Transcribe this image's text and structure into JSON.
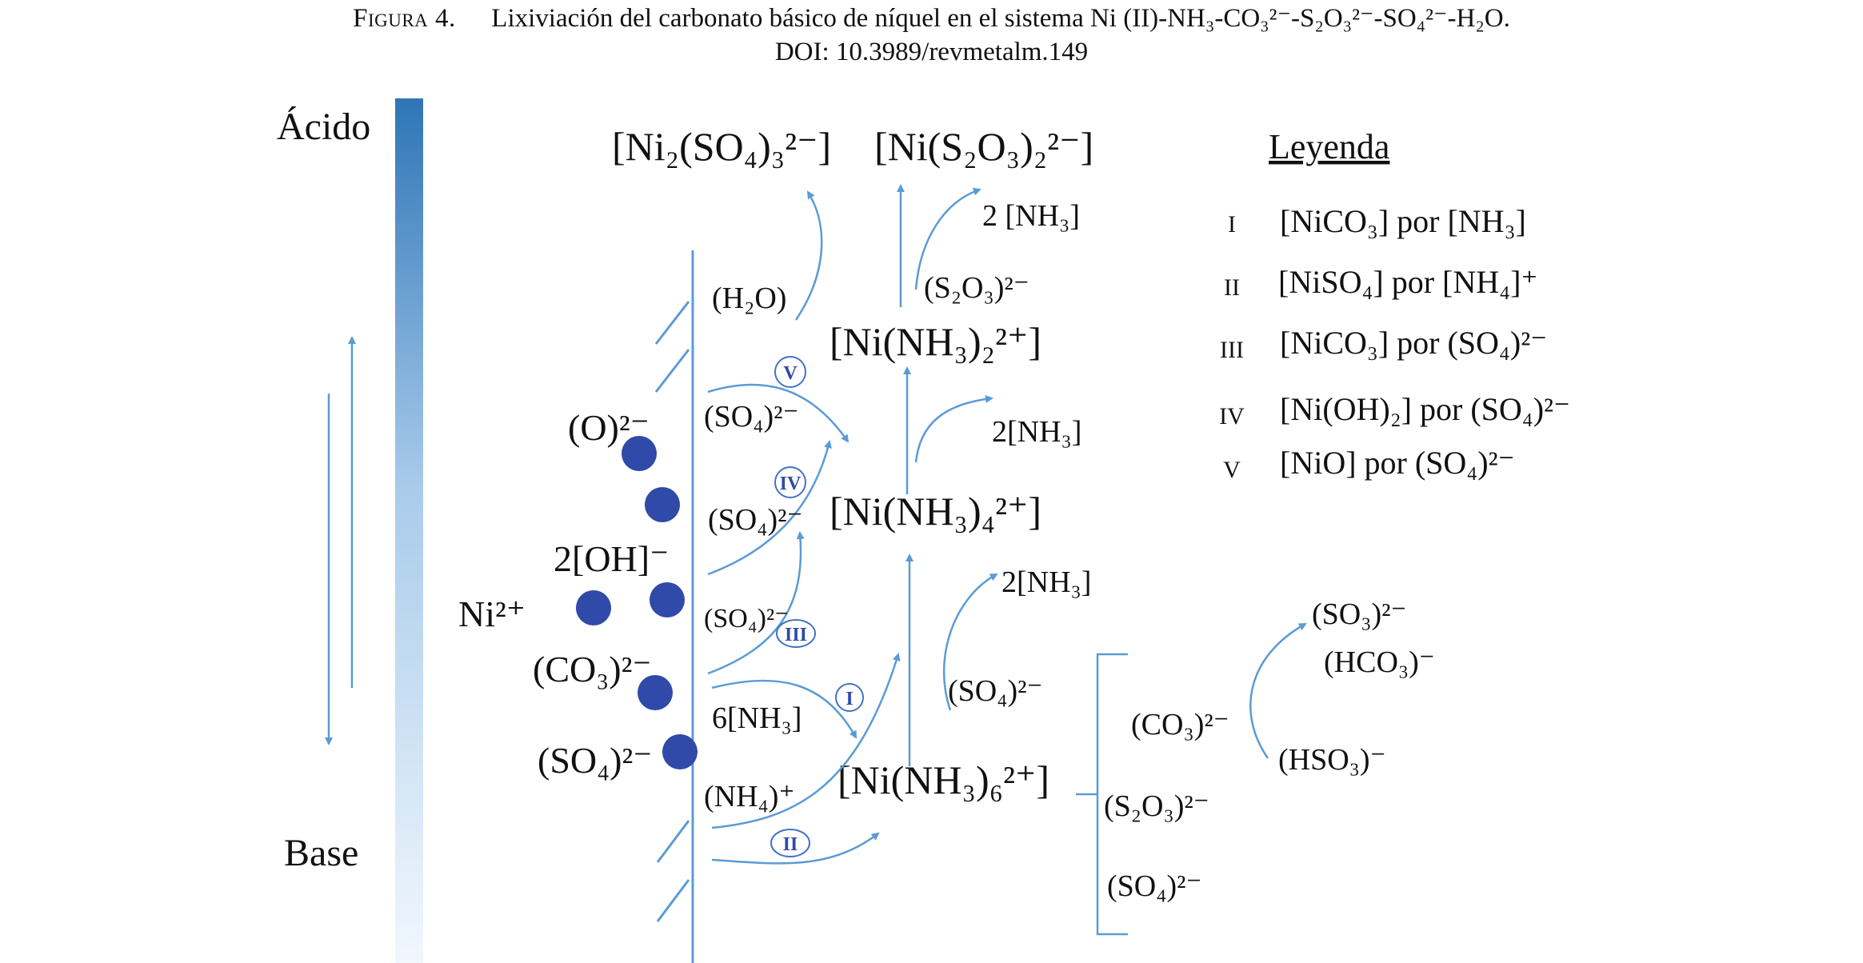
{
  "caption": {
    "figure_label": "Figura 4.",
    "title": "Lixiviación del carbonato básico de níquel en el sistema Ni (II)-NH₃-CO₃²⁻-S₂O₃²⁻-SO₄²⁻-H₂O.",
    "doi": "DOI: 10.3989/revmetalm.149"
  },
  "scale": {
    "top": "Ácido",
    "bottom": "Base"
  },
  "colors": {
    "accent": "#5b9bd5",
    "bar_top": "#2e75b6",
    "bar_bottom": "#eaf2fb",
    "dot": "#2f4aa8",
    "marker": "#4472c4"
  },
  "surface": {
    "ni_ion": "Ni²⁺",
    "labels": [
      "(O)²⁻",
      "2[OH]⁻",
      "(CO₃)²⁻",
      "(SO₄)²⁻"
    ]
  },
  "products": {
    "ni2so4": "[Ni₂(SO₄)₃²⁻]",
    "nis2o3": "[Ni(S₂O₃)₂²⁻]",
    "ninh3_2": "[Ni(NH₃)₂²⁺]",
    "ninh3_4": "[Ni(NH₃)₄²⁺]",
    "ninh3_6": "[Ni(NH₃)₆²⁺]"
  },
  "reagents": {
    "h2o": "(H₂O)",
    "so4_v": "(SO₄)²⁻",
    "so4_iv": "(SO₄)²⁻",
    "so4_iii": "(SO₄)²⁻",
    "nh3_6": "6[NH₃]",
    "nh4": "(NH₄)⁺",
    "s2o3": "(S₂O₃)²⁻",
    "nh3_out_top": "2 [NH₃]",
    "nh3_out_mid": "2[NH₃]",
    "nh3_out_low": "2[NH₃]",
    "so4_mid": "(SO₄)²⁻"
  },
  "markers": {
    "I": "I",
    "II": "II",
    "III": "III",
    "IV": "IV",
    "V": "V"
  },
  "solution": {
    "bracket_items": [
      "(CO₃)²⁻",
      "(S₂O₃)²⁻",
      "(SO₄)²⁻"
    ],
    "hso3": "(HSO₃)⁻",
    "hco3": "(HCO₃)⁻",
    "so3": "(SO₃)²⁻"
  },
  "legend": {
    "title": "Leyenda",
    "items": [
      {
        "num": "I",
        "text": "[NiCO₃] por [NH₃]"
      },
      {
        "num": "II",
        "text": "[NiSO₄] por [NH₄]⁺"
      },
      {
        "num": "III",
        "text": "[NiCO₃] por (SO₄)²⁻"
      },
      {
        "num": "IV",
        "text": "[Ni(OH)₂] por (SO₄)²⁻"
      },
      {
        "num": "V",
        "text": "[NiO] por (SO₄)²⁻"
      }
    ]
  }
}
